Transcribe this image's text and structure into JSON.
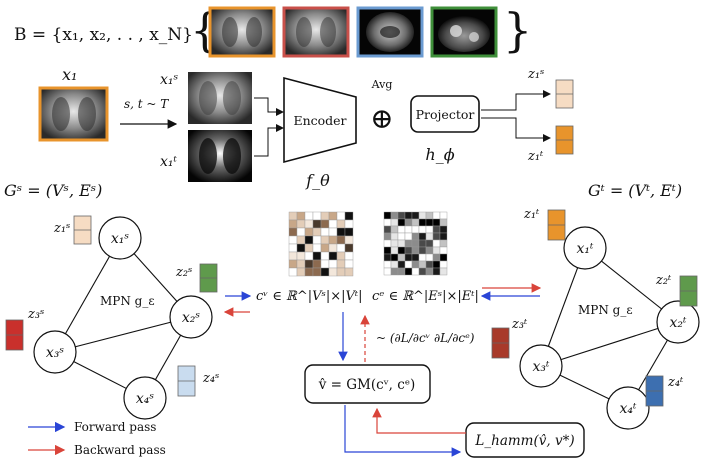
{
  "batch": {
    "formula": "B = {x₁, x₂, . . , x_N}",
    "thumbnail_frames": [
      "#e8942c",
      "#c9504a",
      "#6b9bd1",
      "#3f8f3a"
    ]
  },
  "pipeline": {
    "input_label": "x₁",
    "aug_label": "s, t ~ T",
    "view_s_label": "x₁ˢ",
    "view_t_label": "x₁ᵗ",
    "encoder_label": "Encoder",
    "encoder_symbol": "f_θ",
    "avg_label": "Avg",
    "oplus": "⊕",
    "projector_label": "Projector",
    "projector_symbol": "h_ϕ",
    "z_s_label": "z₁ˢ",
    "z_t_label": "z₁ᵗ"
  },
  "graph_s": {
    "title": "Gˢ = (Vˢ, Eˢ)",
    "mpn": "MPN g_ε",
    "nodes": [
      "x₁ˢ",
      "x₂ˢ",
      "x₃ˢ",
      "x₄ˢ"
    ],
    "embeddings": [
      "z₁ˢ",
      "z₂ˢ",
      "z₃ˢ",
      "z₄ˢ"
    ]
  },
  "graph_t": {
    "title": "Gᵗ = (Vᵗ, Eᵗ)",
    "mpn": "MPN g_ε",
    "nodes": [
      "x₁ᵗ",
      "x₂ᵗ",
      "x₃ᵗ",
      "x₄ᵗ"
    ],
    "embeddings": [
      "z₁ᵗ",
      "z₂ᵗ",
      "z₃ᵗ",
      "z₄ᵗ"
    ]
  },
  "costs": {
    "cv": "cᵛ ∈ ℝ^|Vˢ|×|Vᵗ|",
    "ce": "cᵉ ∈ ℝ^|Eˢ|×|Eᵗ|",
    "gradient": "~ (∂L/∂cᵛ   ∂L/∂cᵉ)"
  },
  "solver": {
    "gm": "v̂ = GM(cᵛ, cᵉ)",
    "loss": "L_hamm(v̂, v*)"
  },
  "legend": {
    "forward": "Forward pass",
    "backward": "Backward pass"
  },
  "colors": {
    "forward": "#2a45d6",
    "backward": "#d9443a",
    "orange": "#e8942c",
    "peach": "#f6dcc3",
    "green": "#5f9a4c",
    "red": "#c9302c",
    "darkred": "#a83a2a",
    "lightblue": "#c9dcef",
    "blue": "#3d6fb0"
  }
}
